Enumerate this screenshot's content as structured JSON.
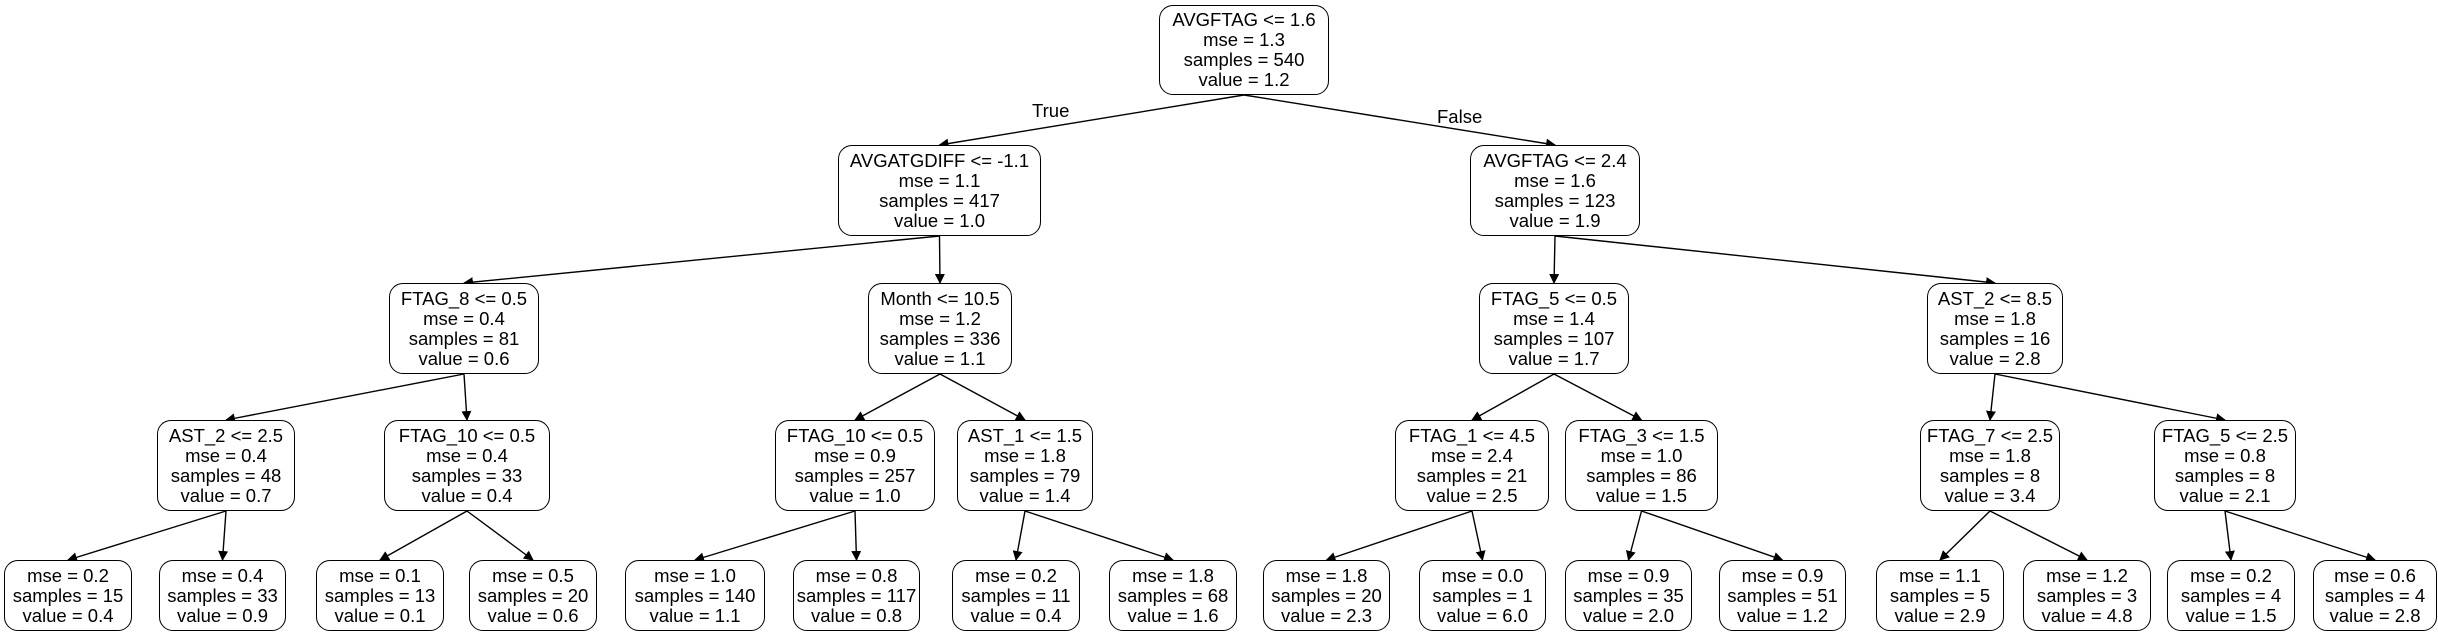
{
  "tree": {
    "edge_labels": {
      "true": "True",
      "false": "False"
    },
    "nodes": [
      {
        "id": "n0",
        "split": "AVGFTAG <= 1.6",
        "mse": "mse = 1.3",
        "samples": "samples = 540",
        "value": "value = 1.2"
      },
      {
        "id": "n1",
        "parent": "n0",
        "split": "AVGATGDIFF <= -1.1",
        "mse": "mse = 1.1",
        "samples": "samples = 417",
        "value": "value = 1.0"
      },
      {
        "id": "n2",
        "parent": "n0",
        "split": "AVGFTAG <= 2.4",
        "mse": "mse = 1.6",
        "samples": "samples = 123",
        "value": "value = 1.9"
      },
      {
        "id": "n3",
        "parent": "n1",
        "split": "FTAG_8 <= 0.5",
        "mse": "mse = 0.4",
        "samples": "samples = 81",
        "value": "value = 0.6"
      },
      {
        "id": "n4",
        "parent": "n1",
        "split": "Month <= 10.5",
        "mse": "mse = 1.2",
        "samples": "samples = 336",
        "value": "value = 1.1"
      },
      {
        "id": "n5",
        "parent": "n2",
        "split": "FTAG_5 <= 0.5",
        "mse": "mse = 1.4",
        "samples": "samples = 107",
        "value": "value = 1.7"
      },
      {
        "id": "n6",
        "parent": "n2",
        "split": "AST_2 <= 8.5",
        "mse": "mse = 1.8",
        "samples": "samples = 16",
        "value": "value = 2.8"
      },
      {
        "id": "n7",
        "parent": "n3",
        "split": "AST_2 <= 2.5",
        "mse": "mse = 0.4",
        "samples": "samples = 48",
        "value": "value = 0.7"
      },
      {
        "id": "n8",
        "parent": "n3",
        "split": "FTAG_10 <= 0.5",
        "mse": "mse = 0.4",
        "samples": "samples = 33",
        "value": "value = 0.4"
      },
      {
        "id": "n9",
        "parent": "n4",
        "split": "FTAG_10 <= 0.5",
        "mse": "mse = 0.9",
        "samples": "samples = 257",
        "value": "value = 1.0"
      },
      {
        "id": "n10",
        "parent": "n4",
        "split": "AST_1 <= 1.5",
        "mse": "mse = 1.8",
        "samples": "samples = 79",
        "value": "value = 1.4"
      },
      {
        "id": "n11",
        "parent": "n5",
        "split": "FTAG_1 <= 4.5",
        "mse": "mse = 2.4",
        "samples": "samples = 21",
        "value": "value = 2.5"
      },
      {
        "id": "n12",
        "parent": "n5",
        "split": "FTAG_3 <= 1.5",
        "mse": "mse = 1.0",
        "samples": "samples = 86",
        "value": "value = 1.5"
      },
      {
        "id": "n13",
        "parent": "n6",
        "split": "FTAG_7 <= 2.5",
        "mse": "mse = 1.8",
        "samples": "samples = 8",
        "value": "value = 3.4"
      },
      {
        "id": "n14",
        "parent": "n6",
        "split": "FTAG_5 <= 2.5",
        "mse": "mse = 0.8",
        "samples": "samples = 8",
        "value": "value = 2.1"
      },
      {
        "id": "l1",
        "parent": "n7",
        "mse": "mse = 0.2",
        "samples": "samples = 15",
        "value": "value = 0.4"
      },
      {
        "id": "l2",
        "parent": "n7",
        "mse": "mse = 0.4",
        "samples": "samples = 33",
        "value": "value = 0.9"
      },
      {
        "id": "l3",
        "parent": "n8",
        "mse": "mse = 0.1",
        "samples": "samples = 13",
        "value": "value = 0.1"
      },
      {
        "id": "l4",
        "parent": "n8",
        "mse": "mse = 0.5",
        "samples": "samples = 20",
        "value": "value = 0.6"
      },
      {
        "id": "l5",
        "parent": "n9",
        "mse": "mse = 1.0",
        "samples": "samples = 140",
        "value": "value = 1.1"
      },
      {
        "id": "l6",
        "parent": "n9",
        "mse": "mse = 0.8",
        "samples": "samples = 117",
        "value": "value = 0.8"
      },
      {
        "id": "l7",
        "parent": "n10",
        "mse": "mse = 0.2",
        "samples": "samples = 11",
        "value": "value = 0.4"
      },
      {
        "id": "l8",
        "parent": "n10",
        "mse": "mse = 1.8",
        "samples": "samples = 68",
        "value": "value = 1.6"
      },
      {
        "id": "l9",
        "parent": "n11",
        "mse": "mse = 1.8",
        "samples": "samples = 20",
        "value": "value = 2.3"
      },
      {
        "id": "l10",
        "parent": "n11",
        "mse": "mse = 0.0",
        "samples": "samples = 1",
        "value": "value = 6.0"
      },
      {
        "id": "l11",
        "parent": "n12",
        "mse": "mse = 0.9",
        "samples": "samples = 35",
        "value": "value = 2.0"
      },
      {
        "id": "l12",
        "parent": "n12",
        "mse": "mse = 0.9",
        "samples": "samples = 51",
        "value": "value = 1.2"
      },
      {
        "id": "l13",
        "parent": "n13",
        "mse": "mse = 1.1",
        "samples": "samples = 5",
        "value": "value = 2.9"
      },
      {
        "id": "l14",
        "parent": "n13",
        "mse": "mse = 1.2",
        "samples": "samples = 3",
        "value": "value = 4.8"
      },
      {
        "id": "l15",
        "parent": "n14",
        "mse": "mse = 0.2",
        "samples": "samples = 4",
        "value": "value = 1.5"
      },
      {
        "id": "l16",
        "parent": "n14",
        "mse": "mse = 0.6",
        "samples": "samples = 4",
        "value": "value = 2.8"
      }
    ]
  }
}
